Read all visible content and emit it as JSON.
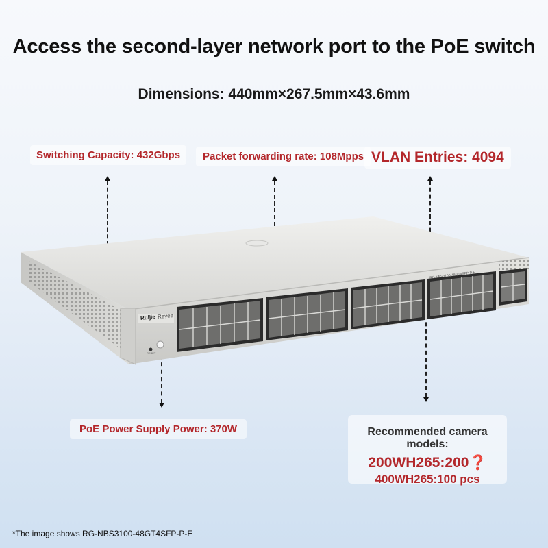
{
  "title": "Access the second-layer network port to the PoE switch",
  "dimensions": "Dimensions: 440mm×267.5mm×43.6mm",
  "specs": {
    "switching_capacity": "Switching Capacity: 432Gbps",
    "packet_forwarding": "Packet forwarding rate: 108Mpps",
    "vlan_entries": "VLAN Entries: 4094",
    "poe_power": "PoE Power Supply Power: 370W"
  },
  "camera": {
    "title": "Recommended camera models:",
    "line1": "200WH265:200❓",
    "line2": "400WH265:100 pcs"
  },
  "device": {
    "brand": "Ruijie",
    "sub_brand": "Reyee",
    "model_label": "RG-NBS3100-48GT4SFP-P-E",
    "reset_label": "RESET",
    "port_groups": 4,
    "ports_per_group": 12,
    "sfp_ports": 4
  },
  "footnote": "*The image shows RG-NBS3100-48GT4SFP-P-E",
  "colors": {
    "accent_red": "#b3272b",
    "switch_body": "#d9d9d6"
  }
}
